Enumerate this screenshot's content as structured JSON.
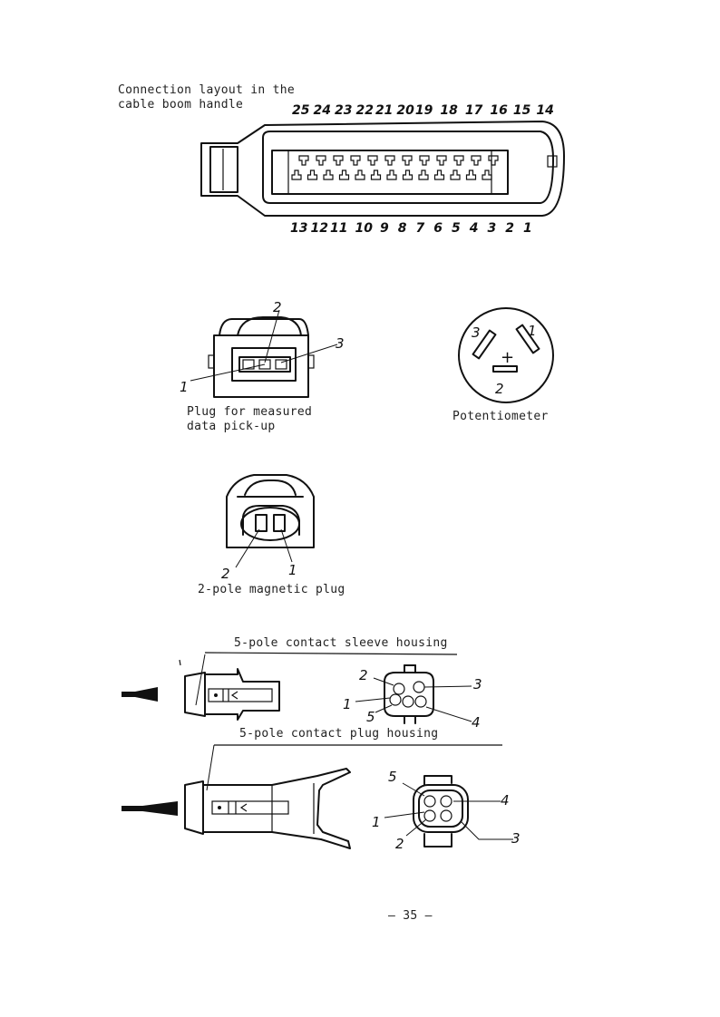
{
  "header": {
    "title_line1": "Connection layout in the",
    "title_line2": "cable boom handle"
  },
  "cable_handle": {
    "pins_top": [
      "25",
      "24",
      "23",
      "22",
      "21",
      "20",
      "19",
      "18",
      "17",
      "16",
      "15",
      "14"
    ],
    "pins_bottom": [
      "13",
      "12",
      "11",
      "10",
      "9",
      "8",
      "7",
      "6",
      "5",
      "4",
      "3",
      "2",
      "1"
    ]
  },
  "measured_plug": {
    "caption_line1": "Plug for measured",
    "caption_line2": "data pick-up",
    "labels": [
      "1",
      "2",
      "3"
    ]
  },
  "potentiometer": {
    "caption": "Potentiometer",
    "labels": [
      "3",
      "1",
      "2"
    ],
    "plus": "+"
  },
  "magnetic_plug": {
    "caption": "2-pole magnetic plug",
    "labels": [
      "2",
      "1"
    ]
  },
  "sleeve_housing": {
    "caption": "5-pole contact sleeve housing",
    "labels": [
      "2",
      "3",
      "1",
      "5",
      "4"
    ]
  },
  "plug_housing": {
    "caption": "5-pole contact plug housing",
    "labels": [
      "5",
      "4",
      "1",
      "2",
      "3"
    ]
  },
  "footer": {
    "page_number": "– 35 –"
  }
}
